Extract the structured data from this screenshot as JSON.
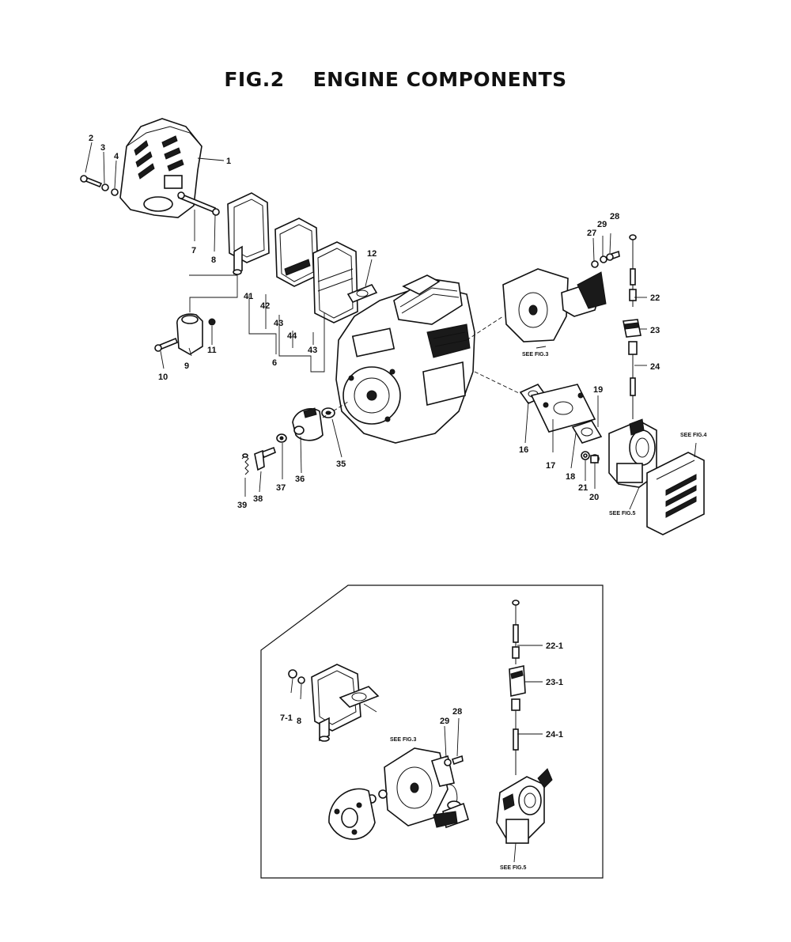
{
  "figure": {
    "label": "FIG.2",
    "title": "ENGINE COMPONENTS"
  },
  "callouts": {
    "c1": "1",
    "c2": "2",
    "c3": "3",
    "c4": "4",
    "c6": "6",
    "c7": "7",
    "c8": "8",
    "c9": "9",
    "c10": "10",
    "c11": "11",
    "c12": "12",
    "c16": "16",
    "c17": "17",
    "c18": "18",
    "c19": "19",
    "c20": "20",
    "c21": "21",
    "c22": "22",
    "c23": "23",
    "c24": "24",
    "c27": "27",
    "c28": "28",
    "c29": "29",
    "c35": "35",
    "c36": "36",
    "c37": "37",
    "c38": "38",
    "c39": "39",
    "c41": "41",
    "c42": "42",
    "c43a": "43",
    "c43b": "43",
    "c44": "44"
  },
  "references": {
    "see_fig3": "SEE FIG.3",
    "see_fig4": "SEE FIG.4",
    "see_fig5": "SEE FIG.5"
  },
  "inset": {
    "callouts": {
      "c7_1": "7-1",
      "c8": "8",
      "c22_1": "22-1",
      "c23_1": "23-1",
      "c24_1": "24-1",
      "c28": "28",
      "c29": "29"
    },
    "references": {
      "see_fig3": "SEE FIG.3",
      "see_fig5": "SEE FIG.5"
    }
  }
}
